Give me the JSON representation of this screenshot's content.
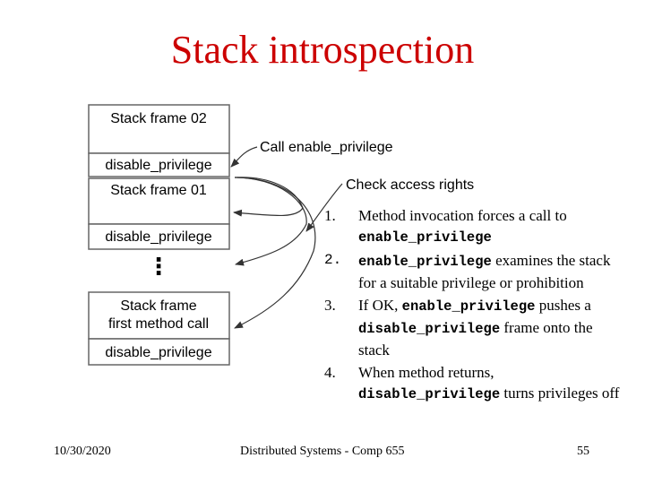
{
  "slide": {
    "title": "Stack introspection",
    "footer_date": "10/30/2020",
    "footer_center": "Distributed Systems - Comp 655",
    "page_number": "55"
  },
  "diagram": {
    "frames": [
      "Stack frame 02",
      "disable_privilege",
      "Stack frame 01",
      "disable_privilege",
      "Stack frame",
      "first method call",
      "disable_privilege"
    ],
    "ellipsis": "⋮",
    "call_label": "Call enable_privilege",
    "check_label": "Check access rights"
  },
  "steps": [
    {
      "num": "1.",
      "parts": [
        "Method invocation forces a call to ",
        "enable_privilege",
        ""
      ]
    },
    {
      "num": "2.",
      "parts": [
        "",
        "enable_privilege",
        " examines the stack for a suitable privilege or prohibition"
      ]
    },
    {
      "num": "3.",
      "parts": [
        "If OK, ",
        "enable_privilege",
        " pushes a "
      ],
      "parts2": [
        "disable_privilege",
        " frame onto the stack"
      ]
    },
    {
      "num": "4.",
      "parts": [
        "When method returns, ",
        "disable_privilege",
        " turns privileges off"
      ]
    }
  ]
}
